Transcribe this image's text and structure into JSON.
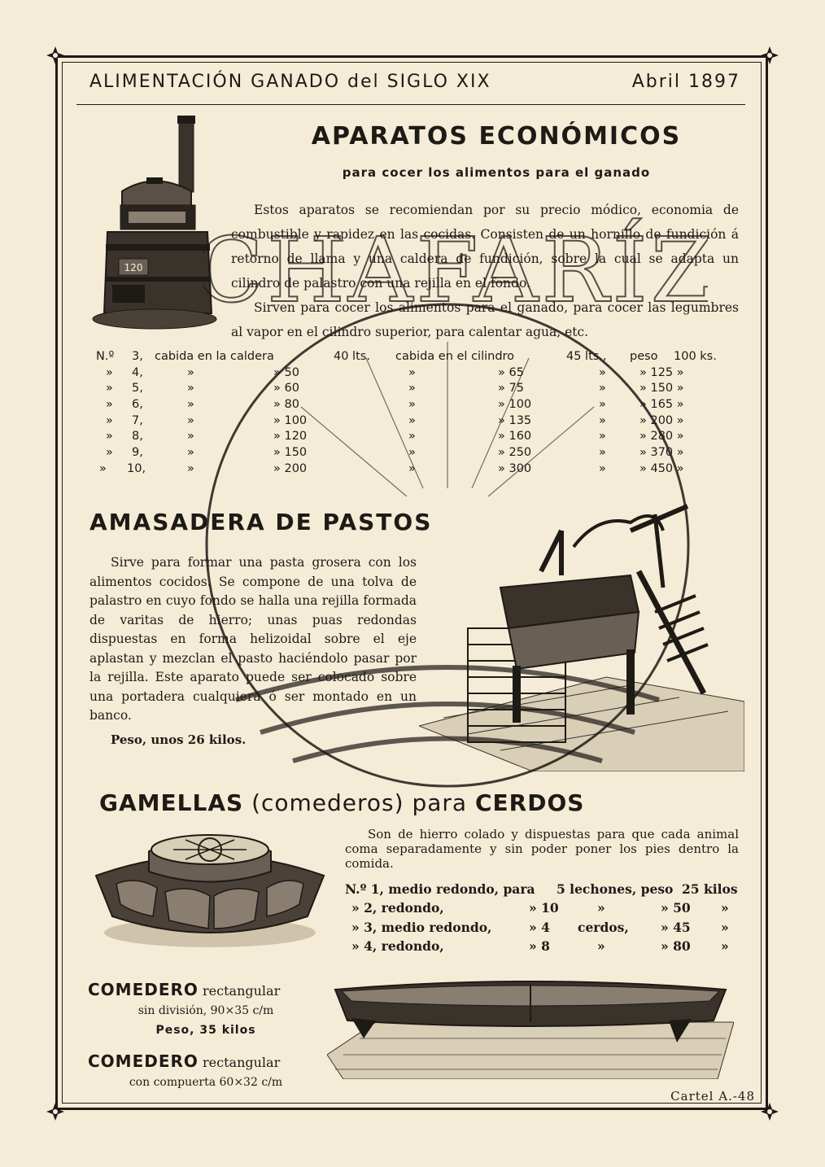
{
  "header": {
    "left": "ALIMENTACIÓN GANADO del SIGLO XIX",
    "right": "Abril 1897"
  },
  "watermark": {
    "text": "CHAFARÍZ"
  },
  "section1": {
    "title": "APARATOS ECONÓMICOS",
    "subtitle": "para cocer los alimentos para el ganado",
    "paragraphs": [
      "Estos aparatos se recomiendan por su precio módico, economia de combustible y rapidez en las cocidas. Consisten de un hornillo de fundición á retorno de llama y una caldera de fundición, sobre la cual se adapta un cilindro de palastro con una rejilla en el fondo.",
      "Sirven para cocer los alimentos para el ganado, para cocer las legumbres al vapor en el cilindro superior, para calentar agua, etc."
    ],
    "stove_plate": "120"
  },
  "table1": {
    "rows": [
      [
        "N.º",
        "3,",
        "cabida en la caldera",
        "40 lts.",
        "cabida en el cilindro",
        "45 lts.,",
        "peso",
        "100 ks."
      ],
      [
        "»",
        "4,",
        "»",
        "» 50",
        "»",
        "» 65",
        "»",
        "» 125 »"
      ],
      [
        "»",
        "5,",
        "»",
        "» 60",
        "»",
        "» 75",
        "»",
        "» 150 »"
      ],
      [
        "»",
        "6,",
        "»",
        "» 80",
        "»",
        "» 100",
        "»",
        "» 165 »"
      ],
      [
        "»",
        "7,",
        "»",
        "» 100",
        "»",
        "» 135",
        "»",
        "» 200 »"
      ],
      [
        "»",
        "8,",
        "»",
        "» 120",
        "»",
        "» 160",
        "»",
        "» 280 »"
      ],
      [
        "»",
        "9,",
        "»",
        "» 150",
        "»",
        "» 250",
        "»",
        "» 370 »"
      ],
      [
        "»",
        "10,",
        "»",
        "» 200",
        "»",
        "» 300",
        "»",
        "» 450 »"
      ]
    ]
  },
  "section2": {
    "title": "AMASADERA DE PASTOS",
    "paragraph": "Sirve para formar una pasta grosera con los alimentos cocidos. Se compone de una tolva de palastro en cuyo fondo se halla una rejilla formada de varitas de hierro; unas puas redondas dispuestas en forma helizoidal sobre el eje aplastan y mezclan el pasto haciéndolo pasar por la rejilla. Este aparato puede ser colocado sobre una portadera cualquiera ó ser montado en un banco.",
    "weight": "Peso, unos 26 kilos."
  },
  "section3": {
    "title_a": "GAMELLAS",
    "title_b": "(comederos)",
    "title_c": "para",
    "title_d": "CERDOS",
    "paragraph": "Son de hierro colado y dispuestas para que cada animal coma separadamente y sin poder poner los pies dentro la comida.",
    "rows": [
      [
        "N.º 1, medio redondo, para",
        "5 lechones, peso",
        "25 kilos"
      ],
      [
        "» 2, redondo,",
        "» 10",
        "»",
        "» 50",
        "»"
      ],
      [
        "» 3, medio redondo,",
        "» 4",
        "cerdos,",
        "» 45",
        "»"
      ],
      [
        "» 4, redondo,",
        "» 8",
        "»",
        "» 80",
        "»"
      ]
    ]
  },
  "comedero1": {
    "name": "COMEDERO",
    "desc": "rectangular",
    "size": "sin división, 90×35 c/m",
    "weight": "Peso, 35 kilos"
  },
  "comedero2": {
    "name": "COMEDERO",
    "desc": "rectangular",
    "size": "con compuerta 60×32 c/m"
  },
  "footer": {
    "code": "Cartel A.-48"
  }
}
